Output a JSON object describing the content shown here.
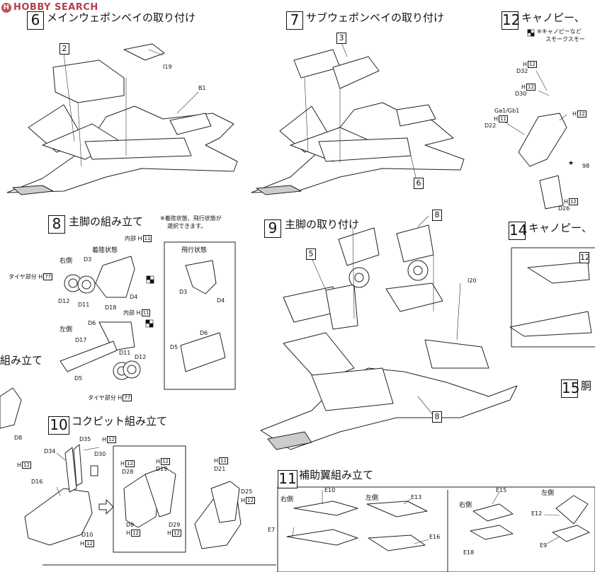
{
  "logo": {
    "badge": "H",
    "text": "HOBBY SEARCH"
  },
  "steps": {
    "s6": {
      "num": "6",
      "title": "メインウェポンベイの取り付け"
    },
    "s7": {
      "num": "7",
      "title": "サブウェポンベイの取り付け"
    },
    "s8": {
      "num": "8",
      "title": "主脚の組み立て",
      "note1": "※着陸状態、飛行状態が",
      "note2": "選択できます。"
    },
    "s9": {
      "num": "9",
      "title": "主脚の取り付け"
    },
    "s10": {
      "num": "10",
      "title": "コクピット組み立て"
    },
    "s11": {
      "num": "11",
      "title": "補助翼組み立て"
    },
    "s12": {
      "num": "12",
      "title": "キャノピー、",
      "note1": "※キャノピーなど",
      "note2": "スモークスモー"
    },
    "s14": {
      "num": "14",
      "title": "キャノピー、"
    },
    "s15": {
      "num": "15",
      "title": "胴"
    },
    "partial": {
      "title": "組み立て"
    }
  },
  "labels": {
    "s6": {
      "box2": "2",
      "i19": "I19",
      "b1": "B1"
    },
    "s7": {
      "box3": "3",
      "box6": "6"
    },
    "s8": {
      "landing": "着陸状態",
      "flight": "飛行状態",
      "right": "右側",
      "left": "左側",
      "inner_top": "内部 H",
      "inner_top_n": "11",
      "inner_mid": "内部 H",
      "inner_mid_n": "11",
      "tire_top": "タイヤ部分 H",
      "tire_top_n": "77",
      "tire_bot": "タイヤ部分 H",
      "tire_bot_n": "77",
      "d3": "D3",
      "d12": "D12",
      "d11": "D11",
      "d18": "D18",
      "d4": "D4",
      "d6": "D6",
      "d17": "D17",
      "d5": "D5",
      "d11b": "D11",
      "d12b": "D12",
      "f_d3": "D3",
      "f_d4": "D4",
      "f_d6": "D6",
      "f_d5": "D5"
    },
    "s9": {
      "box8a": "8",
      "box5": "5",
      "i20": "I20",
      "box8b": "8"
    },
    "s10": {
      "d35": "D35",
      "h12a": "H",
      "h12a_n": "12",
      "d34": "D34",
      "d30": "D30",
      "h12b": "H",
      "h12b_n": "12",
      "d16": "D16",
      "d10": "D10",
      "h12c": "H",
      "h12c_n": "12",
      "i_h12a": "H",
      "i_h12a_n": "12",
      "i_d28": "D28",
      "i_h12b": "H",
      "i_h12b_n": "12",
      "i_d19": "D19",
      "i_d9": "D9",
      "i_h12c": "H",
      "i_h12c_n": "12",
      "i_d29": "D29",
      "i_h12d": "H",
      "i_h12d_n": "12",
      "r_h12": "H",
      "r_h12_n": "12",
      "r_d21": "D21",
      "r_d25": "D25",
      "r_h12b": "H",
      "r_h12b_n": "12"
    },
    "s11": {
      "right": "右側",
      "e10": "E10",
      "e7": "E7",
      "left": "左側",
      "e13": "E13",
      "e16": "E16",
      "right2": "右側",
      "e15": "E15",
      "e18": "E18",
      "left2": "左側",
      "e12": "E12",
      "e9": "E9"
    },
    "s12": {
      "h12a": "H",
      "h12a_n": "12",
      "d32": "D32",
      "h12b": "H",
      "h12b_n": "12",
      "d30": "D30",
      "ga": "Ga1/Gb1",
      "h11": "H",
      "h11_n": "11",
      "d22": "D22",
      "h12c": "H",
      "h12c_n": "12",
      "n98": "98",
      "h12d": "H",
      "h12d_n": "12",
      "d26": "D26"
    },
    "s14": {
      "box12": "12"
    },
    "partial": {
      "d8": "D8"
    }
  }
}
